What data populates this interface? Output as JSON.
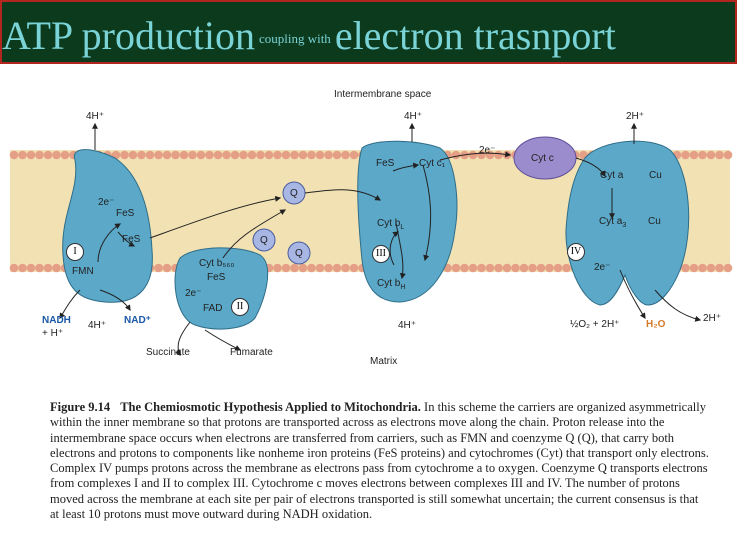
{
  "title": {
    "part1": "ATP production",
    "part2": "coupling with",
    "part3": "electron trasnport"
  },
  "diagram": {
    "space_label": "Intermembrane space",
    "matrix_label": "Matrix",
    "complex1": {
      "numeral": "I",
      "fes1": "FeS",
      "fes2": "FeS",
      "fmn": "FMN",
      "e": "2e⁻",
      "protons_top": "4H⁺",
      "protons_bottom": "4H⁺"
    },
    "complex2": {
      "numeral": "II",
      "cyt": "Cyt b₅₆₀",
      "fes": "FeS",
      "fad": "FAD",
      "e": "2e⁻",
      "succinate": "Succinate",
      "fumarate": "Fumarate"
    },
    "complex3": {
      "numeral": "III",
      "fes": "FeS",
      "cytc1": "Cyt c₁",
      "cytbl": "Cyt b",
      "cytbl_sub": "L",
      "cytbh": "Cyt b",
      "cytbh_sub": "H",
      "protons_top": "4H⁺",
      "protons_bottom": "4H⁺"
    },
    "complex4": {
      "numeral": "IV",
      "cyta": "Cyt a",
      "cu1": "Cu",
      "cyta3": "Cyt a",
      "cyta3_sub": "3",
      "cu2": "Cu",
      "e": "2e⁻",
      "protons_top": "2H⁺",
      "protons_right": "2H⁺"
    },
    "q_labels": [
      "Q",
      "Q",
      "Q"
    ],
    "cytc": "Cyt c",
    "e_cytc": "2e⁻",
    "nadh": "NADH",
    "nadh_h": "+ H⁺",
    "nad": "NAD⁺",
    "oxygen": "½O₂ + 2H⁺",
    "water": "H₂O"
  },
  "caption": {
    "fig_number": "Figure 9.14",
    "fig_title": "The Chemiosmotic Hypothesis Applied to Mitochondria.",
    "text": "In this scheme the carriers are organized asymmetrically within the inner membrane so that protons are transported across as electrons move along the chain. Proton release into the intermembrane space occurs when electrons are transferred from carriers, such as FMN and coenzyme Q (Q), that carry both electrons and protons to components like nonheme iron proteins (FeS proteins) and cytochromes (Cyt) that transport only electrons. Complex IV pumps protons across the membrane as electrons pass from cytochrome a to oxygen. Coenzyme Q transports electrons from complexes I and II to complex III. Cytochrome c moves electrons between complexes III and IV. The number of protons moved across the membrane at each site per pair of electrons transported is still somewhat uncertain; the current consensus is that at least 10 protons must move outward during NADH oxidation."
  },
  "colors": {
    "header_bg": "#0b3a1d",
    "header_border": "#b1261f",
    "title_text": "#7ad3d6",
    "membrane_head": "#e59f86",
    "membrane_tail": "#f2e2b3",
    "complex_fill": "#5ba8c9",
    "cytc_fill": "#9b8ccd",
    "label_blue": "#1a58a8"
  }
}
